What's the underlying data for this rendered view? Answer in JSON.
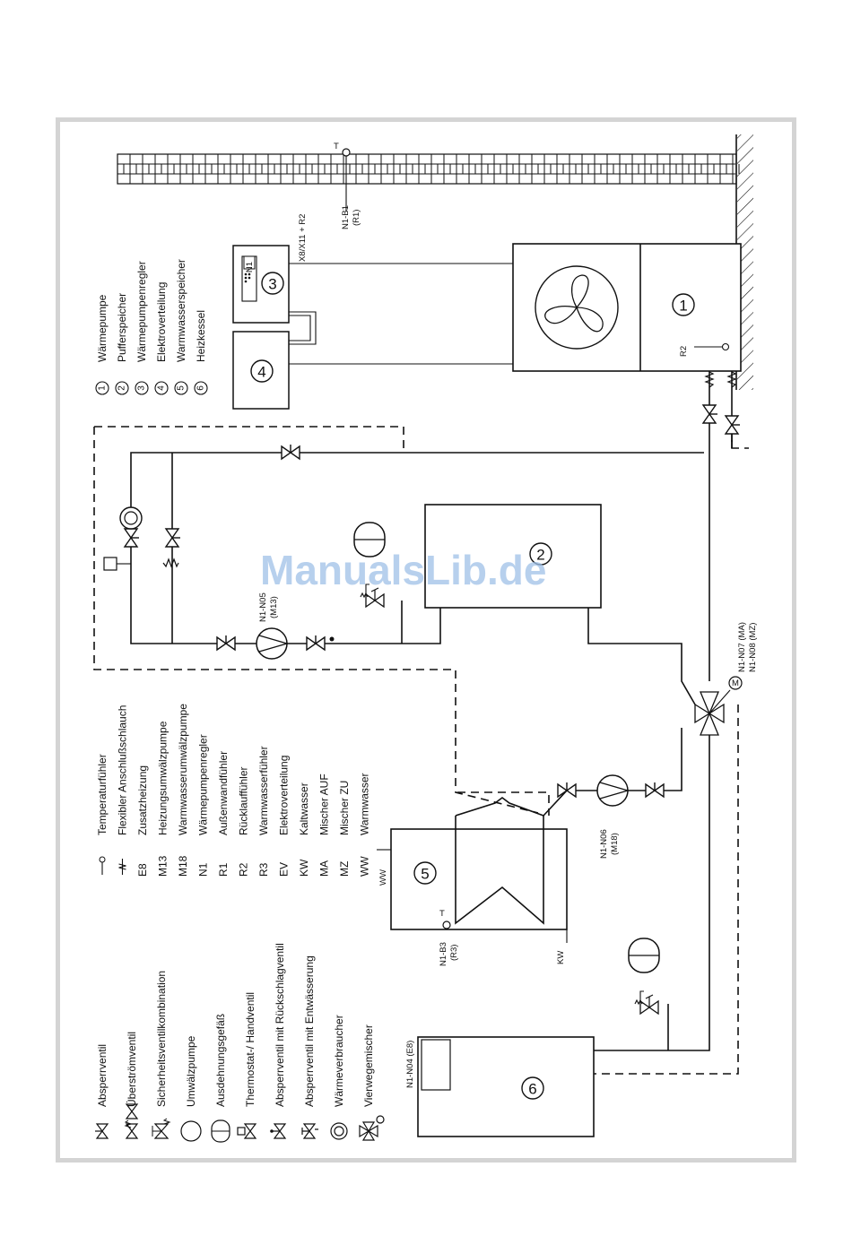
{
  "watermark": "ManualsLib.de",
  "components": {
    "c1": "1",
    "c2": "2",
    "c3": "3",
    "c4": "4",
    "c5": "5",
    "c6": "6"
  },
  "labels": {
    "t_outdoor": "T",
    "n1_b1": "N1-B1",
    "n1_b1_r": "(R1)",
    "x8": "X8/X11 + R2",
    "n1_box": "N1",
    "r2": "R2",
    "n1_n05": "N1-N05",
    "n1_n05_m": "(M13)",
    "n1_n06": "N1-N06",
    "n1_n06_m": "(M18)",
    "n1_n07": "N1-N07 (MA)",
    "n1_n08": "N1-N08 (MZ)",
    "mixer_m": "M",
    "n1_b3": "N1-B3",
    "n1_b3_r": "(R3)",
    "t_tank": "T",
    "ww": "WW",
    "kw": "KW",
    "n1_n04": "N1-N04 (E8)"
  },
  "legend_numbered": [
    {
      "num": "1",
      "text": "Wärmepumpe"
    },
    {
      "num": "2",
      "text": "Pufferspeicher"
    },
    {
      "num": "3",
      "text": "Wärmepumpenregler"
    },
    {
      "num": "4",
      "text": "Elektroverteilung"
    },
    {
      "num": "5",
      "text": "Warmwasserspeicher"
    },
    {
      "num": "6",
      "text": "Heizkessel"
    }
  ],
  "legend_abbrev": [
    {
      "code": "",
      "text": "Temperaturfühler"
    },
    {
      "code": "",
      "text": "Flexibler Anschlußschlauch"
    },
    {
      "code": "E8",
      "text": "Zusatzheizung"
    },
    {
      "code": "M13",
      "text": "Heizungsumwälzpumpe"
    },
    {
      "code": "M18",
      "text": "Warmwasserumwälzpumpe"
    },
    {
      "code": "N1",
      "text": "Wärmepumpenregler"
    },
    {
      "code": "R1",
      "text": "Außenwandfühler"
    },
    {
      "code": "R2",
      "text": "Rücklauffühler"
    },
    {
      "code": "R3",
      "text": "Warmwasserfühler"
    },
    {
      "code": "EV",
      "text": "Elektroverteilung"
    },
    {
      "code": "KW",
      "text": "Kaltwasser"
    },
    {
      "code": "MA",
      "text": "Mischer AUF"
    },
    {
      "code": "MZ",
      "text": "Mischer ZU"
    },
    {
      "code": "WW",
      "text": "Warmwasser"
    }
  ],
  "legend_symbols": [
    {
      "icon": "shutoff-valve-icon",
      "text": "Absperrventil"
    },
    {
      "icon": "overflow-valve-icon",
      "text": "Überströmventil"
    },
    {
      "icon": "safety-valve-combination-icon",
      "text": "Sicherheitsventilkombination"
    },
    {
      "icon": "circulation-pump-icon",
      "text": "Umwälzpumpe"
    },
    {
      "icon": "expansion-vessel-icon",
      "text": "Ausdehnungsgefäß"
    },
    {
      "icon": "thermostat-hand-valve-icon",
      "text": "Thermostat-/ Handventil"
    },
    {
      "icon": "shutoff-check-valve-icon",
      "text": "Absperrventil mit Rückschlagventil"
    },
    {
      "icon": "shutoff-drain-valve-icon",
      "text": "Absperrventil mit Entwässerung"
    },
    {
      "icon": "heat-consumer-icon",
      "text": "Wärmeverbraucher"
    },
    {
      "icon": "four-way-mixer-icon",
      "text": "Vierwegemischer"
    }
  ]
}
